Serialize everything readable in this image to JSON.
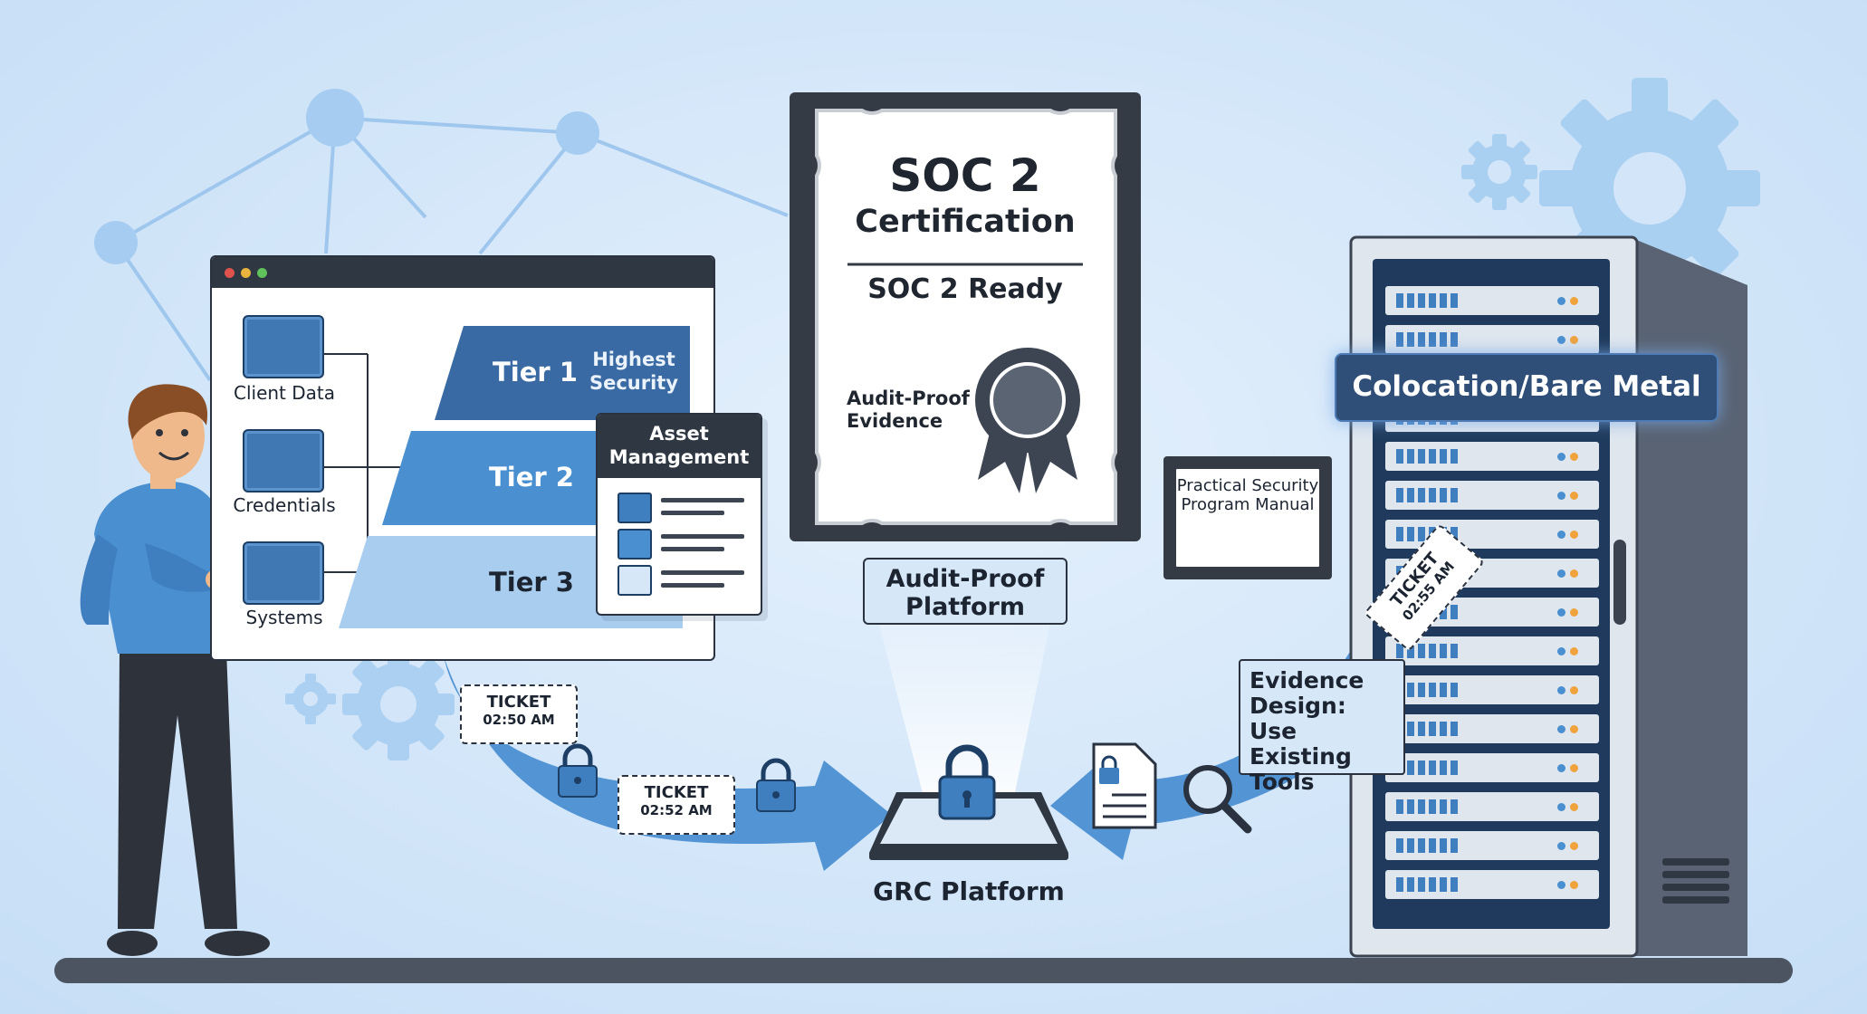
{
  "data_categories": [
    {
      "label": "Client Data",
      "icon": "folder-id-icon"
    },
    {
      "label": "Credentials",
      "icon": "id-card-icon"
    },
    {
      "label": "Systems",
      "icon": "server-list-icon"
    }
  ],
  "tiers": [
    {
      "label": "Tier 1",
      "note": "Highest Security"
    },
    {
      "label": "Tier 2"
    },
    {
      "label": "Tier 3"
    }
  ],
  "asset_management": {
    "title": "Asset Management"
  },
  "certificate": {
    "title": "SOC 2",
    "subtitle": "Certification",
    "status": "SOC 2 Ready",
    "evidence": "Audit-Proof Evidence"
  },
  "audit_proof_platform": "Audit-Proof Platform",
  "manual": "Practical Security Program Manual",
  "colocation": "Colocation/Bare Metal",
  "evidence_design": "Evidence Design: Use Existing Tools",
  "grc_platform": "GRC Platform",
  "tickets": [
    {
      "label": "TICKET",
      "time": "02:50 AM"
    },
    {
      "label": "TICKET",
      "time": "02:52 AM"
    },
    {
      "label": "TICKET",
      "time": "02:55 AM"
    }
  ],
  "colors": {
    "primary_blue": "#3f7fc0",
    "dark_panel": "#2f3743",
    "tier1": "#3a6aa3",
    "tier2": "#4a8fd0",
    "tier3": "#a9cdef",
    "background": "#d3e6f9"
  }
}
